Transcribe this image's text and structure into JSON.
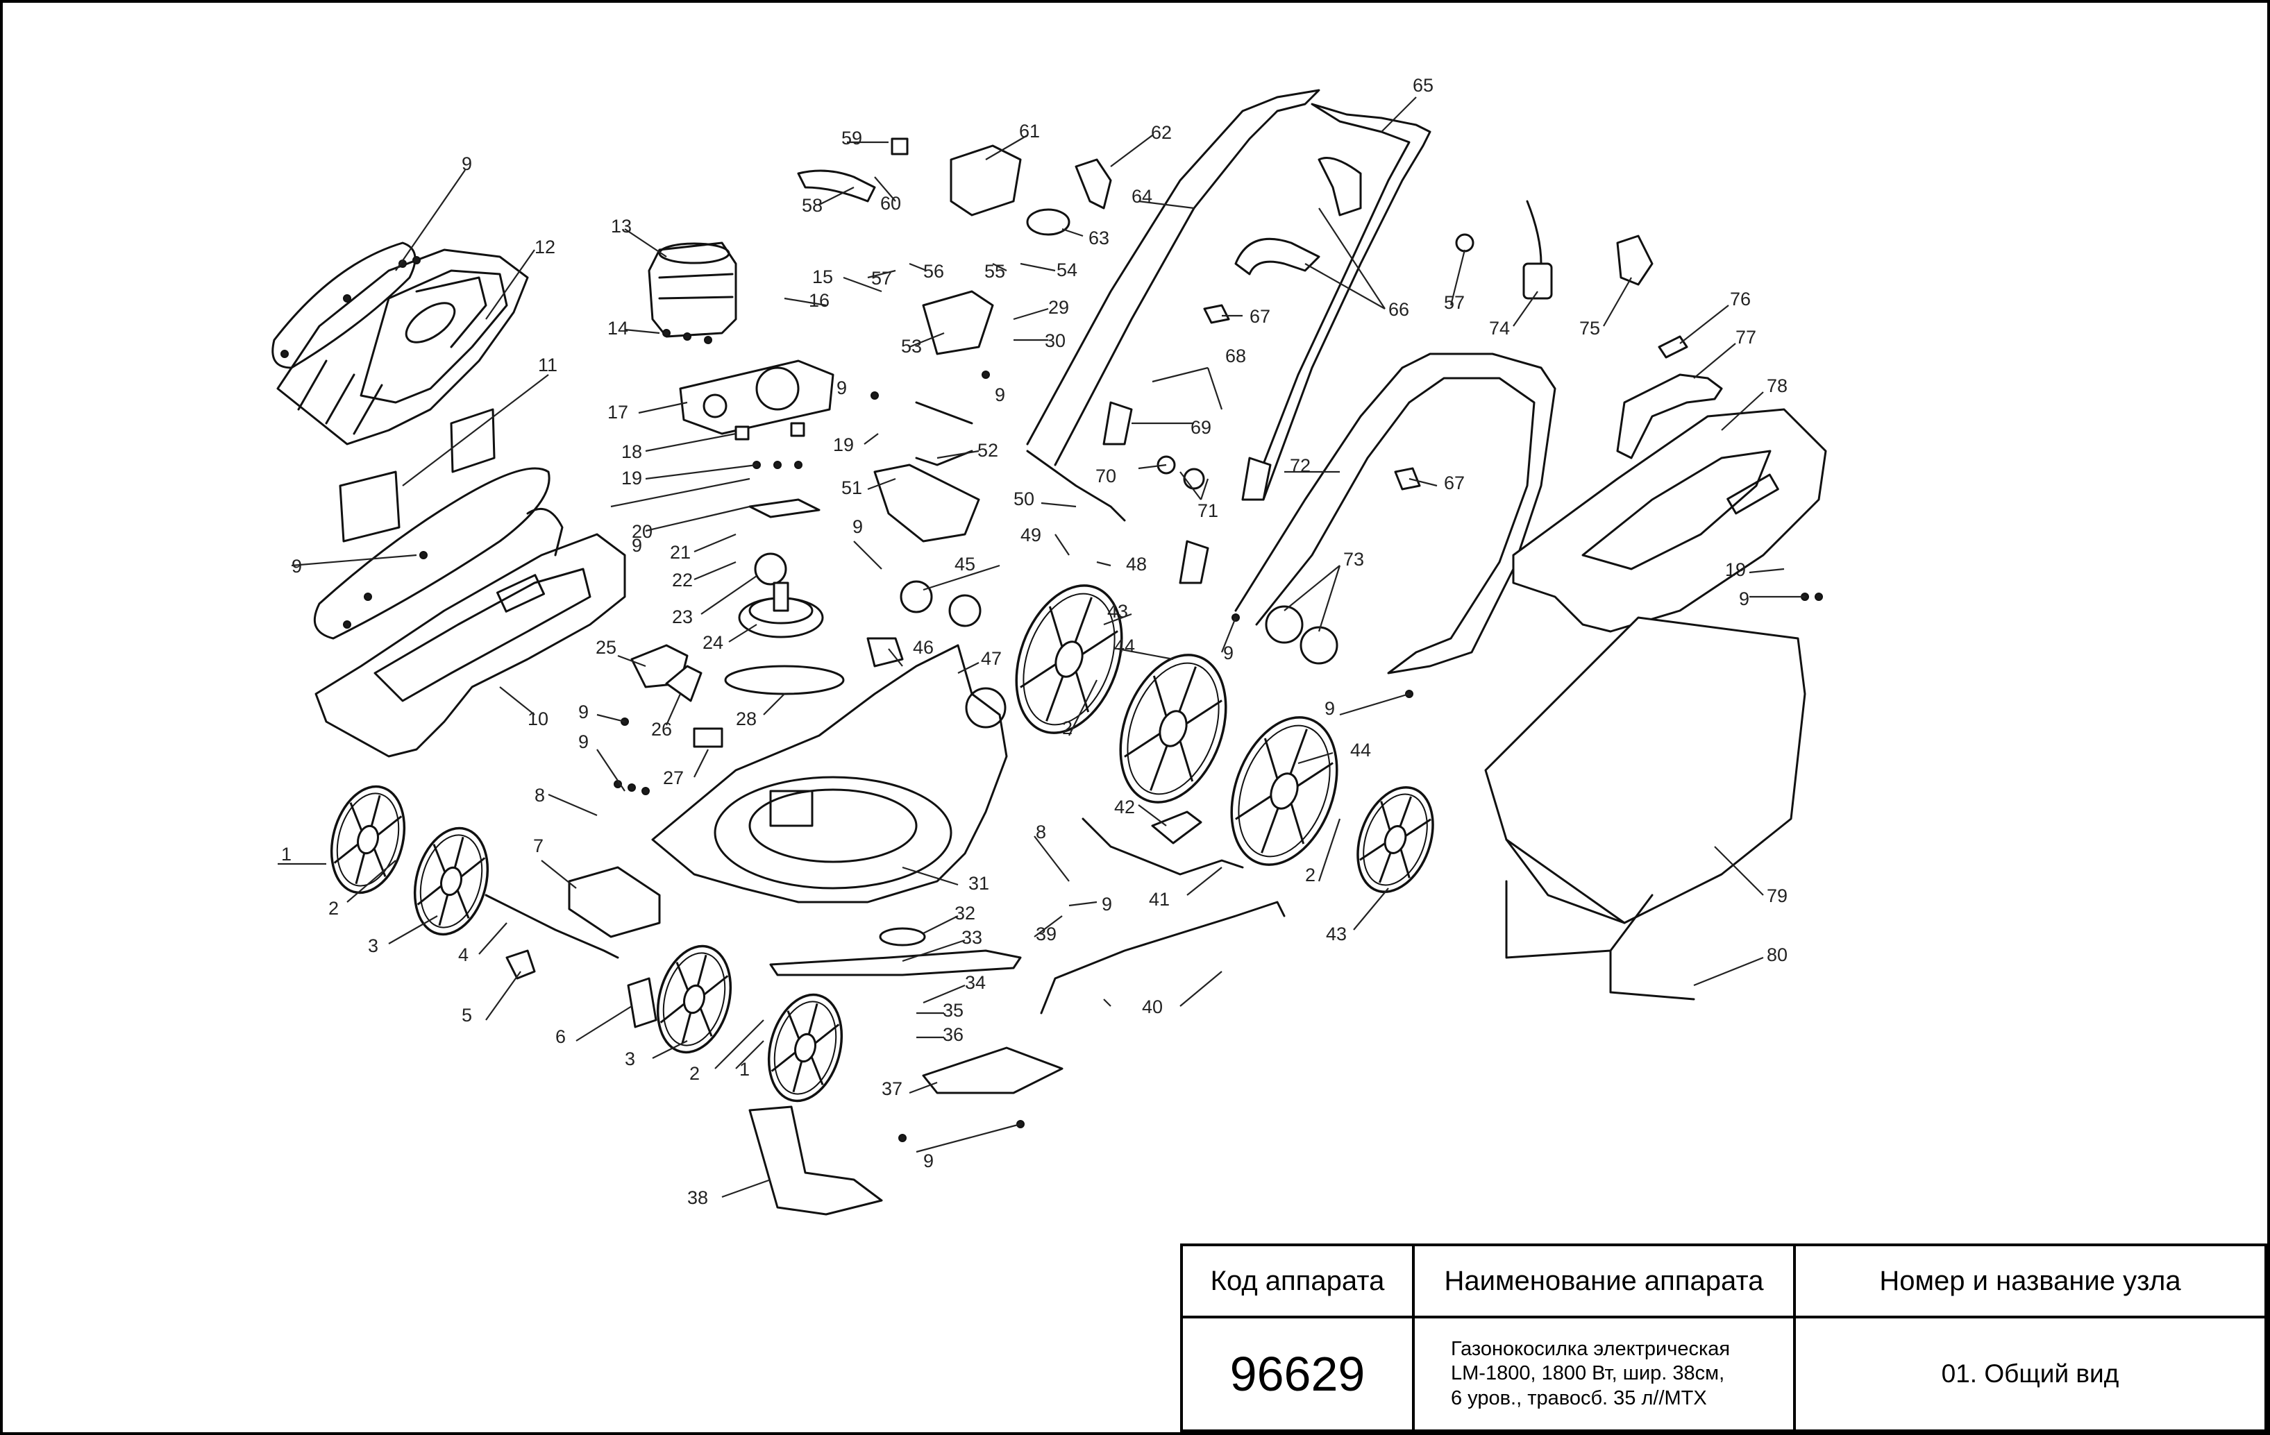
{
  "callouts": [
    "1",
    "2",
    "3",
    "4",
    "5",
    "6",
    "7",
    "8",
    "9",
    "10",
    "11",
    "12",
    "13",
    "14",
    "15",
    "16",
    "17",
    "18",
    "19",
    "20",
    "21",
    "22",
    "23",
    "24",
    "25",
    "26",
    "27",
    "28",
    "29",
    "30",
    "31",
    "32",
    "33",
    "34",
    "35",
    "36",
    "37",
    "38",
    "39",
    "40",
    "41",
    "42",
    "43",
    "44",
    "45",
    "46",
    "47",
    "48",
    "49",
    "50",
    "51",
    "52",
    "53",
    "54",
    "55",
    "56",
    "57",
    "58",
    "59",
    "60",
    "61",
    "62",
    "63",
    "64",
    "65",
    "66",
    "67",
    "68",
    "69",
    "70",
    "71",
    "72",
    "73",
    "74",
    "75",
    "76",
    "77",
    "78",
    "79",
    "80"
  ],
  "title_block": {
    "col_code": "Код аппарата",
    "col_name": "Наименование аппарата",
    "col_node": "Номер и название узла",
    "code": "96629",
    "name_line1": "Газонокосилка электрическая",
    "name_line2": "LM-1800, 1800 Вт, шир. 38см,",
    "name_line3": "6 уров., травосб. 35 л//MTX",
    "node": "01. Общий вид"
  }
}
